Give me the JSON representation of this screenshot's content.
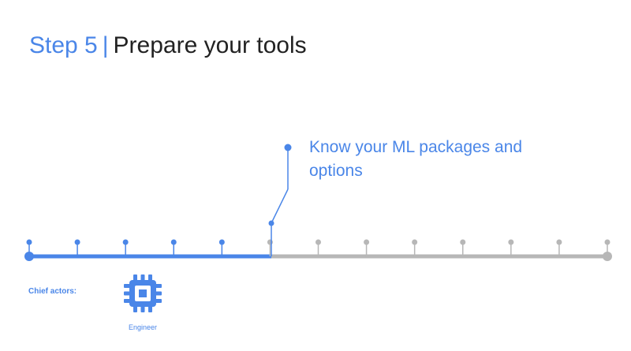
{
  "title": {
    "step": "Step 5",
    "separator": "|",
    "text": "Prepare your tools"
  },
  "callout": {
    "text": "Know your ML packages and options"
  },
  "timeline": {
    "total_markers": 13,
    "completed_markers": 5,
    "colors": {
      "active": "#4a86e8",
      "inactive": "#b7b7b7"
    }
  },
  "actors": {
    "label": "Chief actors:",
    "items": [
      {
        "name": "Engineer",
        "icon": "chip-icon"
      }
    ]
  }
}
